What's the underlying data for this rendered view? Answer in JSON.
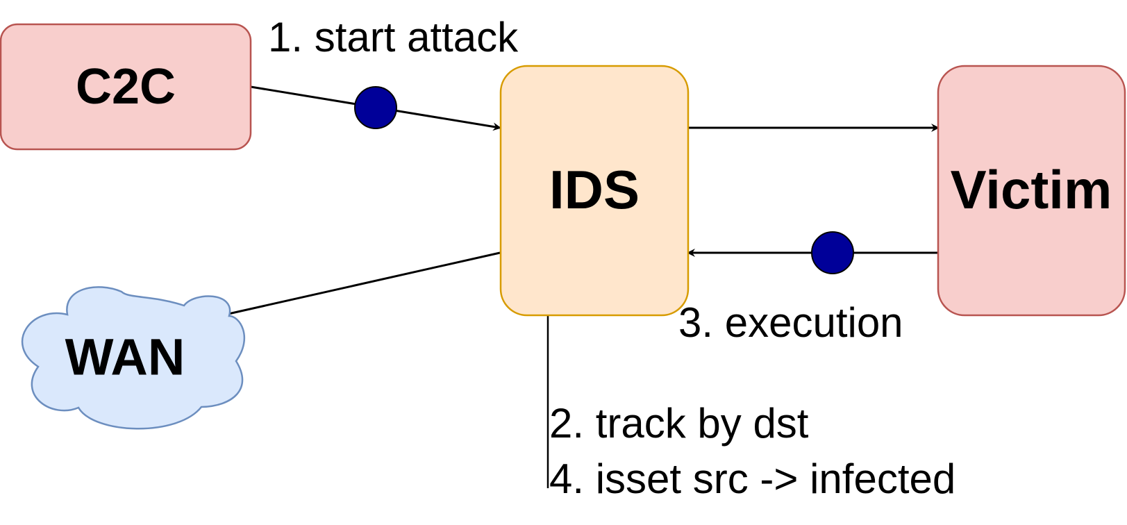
{
  "diagram": {
    "nodes": {
      "c2c": {
        "label": "C2C",
        "fill": "#f8cecc",
        "stroke": "#b85450"
      },
      "ids": {
        "label": "IDS",
        "fill": "#ffe6cc",
        "stroke": "#d79b00"
      },
      "victim": {
        "label": "Victim",
        "fill": "#f8cecc",
        "stroke": "#b85450"
      },
      "wan": {
        "label": "WAN",
        "fill": "#dae8fc",
        "stroke": "#6c8ebf"
      }
    },
    "edge_labels": {
      "start_attack": "1. start attack",
      "execution": "3. execution",
      "track_by_dst": "2. track by dst",
      "isset_src": "4. isset src -> infected"
    },
    "colors": {
      "edge": "#000000",
      "packet_dot": "#000099"
    }
  }
}
